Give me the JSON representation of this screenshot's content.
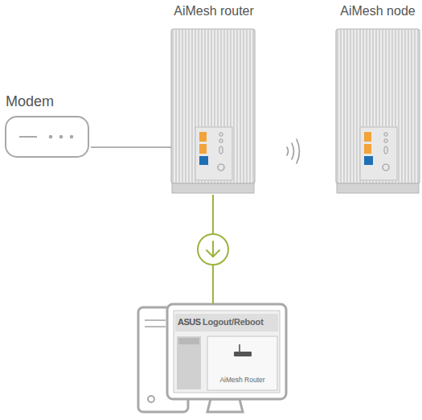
{
  "diagram": {
    "nodes": [
      {
        "text": [
          "Modem"
        ]
      },
      {
        "text": [
          "AiMesh router"
        ]
      },
      {
        "text": [
          "AiMesh node"
        ]
      },
      {
        "text": [
          "ASUS",
          "Logout/Reboot"
        ]
      },
      {
        "text": [
          "AiMesh Router"
        ],
        "in": 3
      }
    ],
    "edges": [
      {
        "from": 0,
        "to": 1,
        "arrow": "none"
      },
      {
        "from": 1,
        "to": 3,
        "arrow": "to"
      }
    ]
  }
}
